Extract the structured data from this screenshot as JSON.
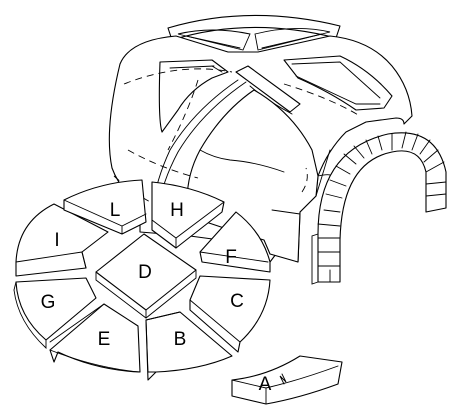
{
  "pieces": [
    {
      "id": "A",
      "label": "A"
    },
    {
      "id": "B",
      "label": "B"
    },
    {
      "id": "C",
      "label": "C"
    },
    {
      "id": "D",
      "label": "D"
    },
    {
      "id": "E",
      "label": "E"
    },
    {
      "id": "F",
      "label": "F"
    },
    {
      "id": "G",
      "label": "G"
    },
    {
      "id": "H",
      "label": "H"
    },
    {
      "id": "I",
      "label": "I"
    },
    {
      "id": "L",
      "label": "L"
    }
  ]
}
